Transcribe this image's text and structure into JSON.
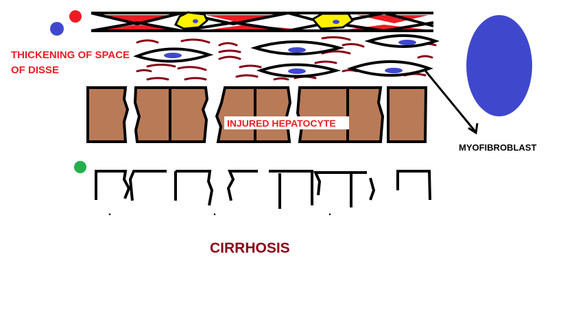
{
  "labels": {
    "space_of_disse_line1": "THICKENING OF SPACE",
    "space_of_disse_line2": "OF DISSE",
    "injured_hepatocyte": "INJURED HEPATOCYTE",
    "myofibroblast": "MYOFIBROBLAST",
    "title": "CIRRHOSIS"
  },
  "colors": {
    "label_red": "#ed1c24",
    "title_maroon": "#880015",
    "hepatocyte_brown": "#b97a57",
    "collagen_maroon": "#880015",
    "nucleus_blue": "#3f48cc",
    "myofibroblast_blue": "#3f48cc",
    "stellate_yellow": "#fff200",
    "red_cell": "#ed1c24",
    "blue_dot": "#3f48cc",
    "green_dot": "#22b14c",
    "outline": "#000000"
  }
}
